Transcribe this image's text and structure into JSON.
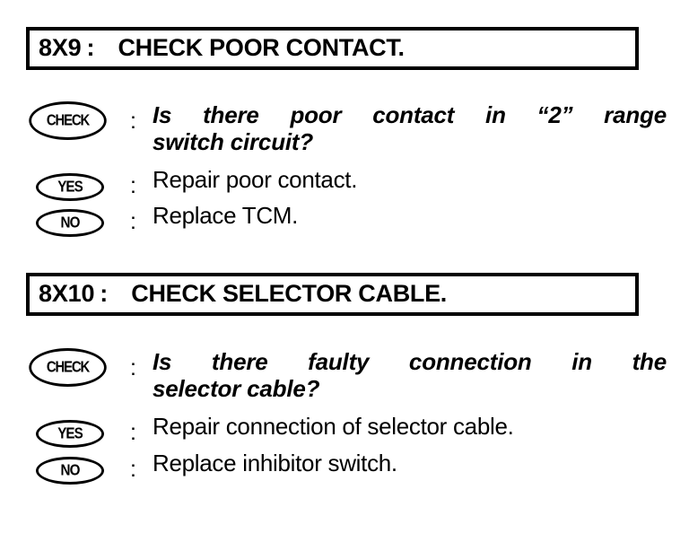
{
  "document": {
    "type": "diagnostic-flowchart",
    "background_color": "#ffffff",
    "text_color": "#000000"
  },
  "sections": [
    {
      "code": "8X9",
      "code_separator": ":",
      "title": "CHECK POOR CONTACT.",
      "check": {
        "badge": "CHECK",
        "separator": ":",
        "question_line1": "Is there poor contact in “2” range",
        "question_line2": "switch circuit?"
      },
      "answers": [
        {
          "badge": "YES",
          "separator": ":",
          "text": "Repair poor contact."
        },
        {
          "badge": "NO",
          "separator": ":",
          "text": "Replace TCM."
        }
      ]
    },
    {
      "code": "8X10",
      "code_separator": ":",
      "title": "CHECK SELECTOR CABLE.",
      "check": {
        "badge": "CHECK",
        "separator": ":",
        "question_line1": "Is there faulty connection in the",
        "question_line2": "selector cable?"
      },
      "answers": [
        {
          "badge": "YES",
          "separator": ":",
          "text": "Repair connection of selector cable."
        },
        {
          "badge": "NO",
          "separator": ":",
          "text": "Replace inhibitor switch."
        }
      ]
    }
  ]
}
